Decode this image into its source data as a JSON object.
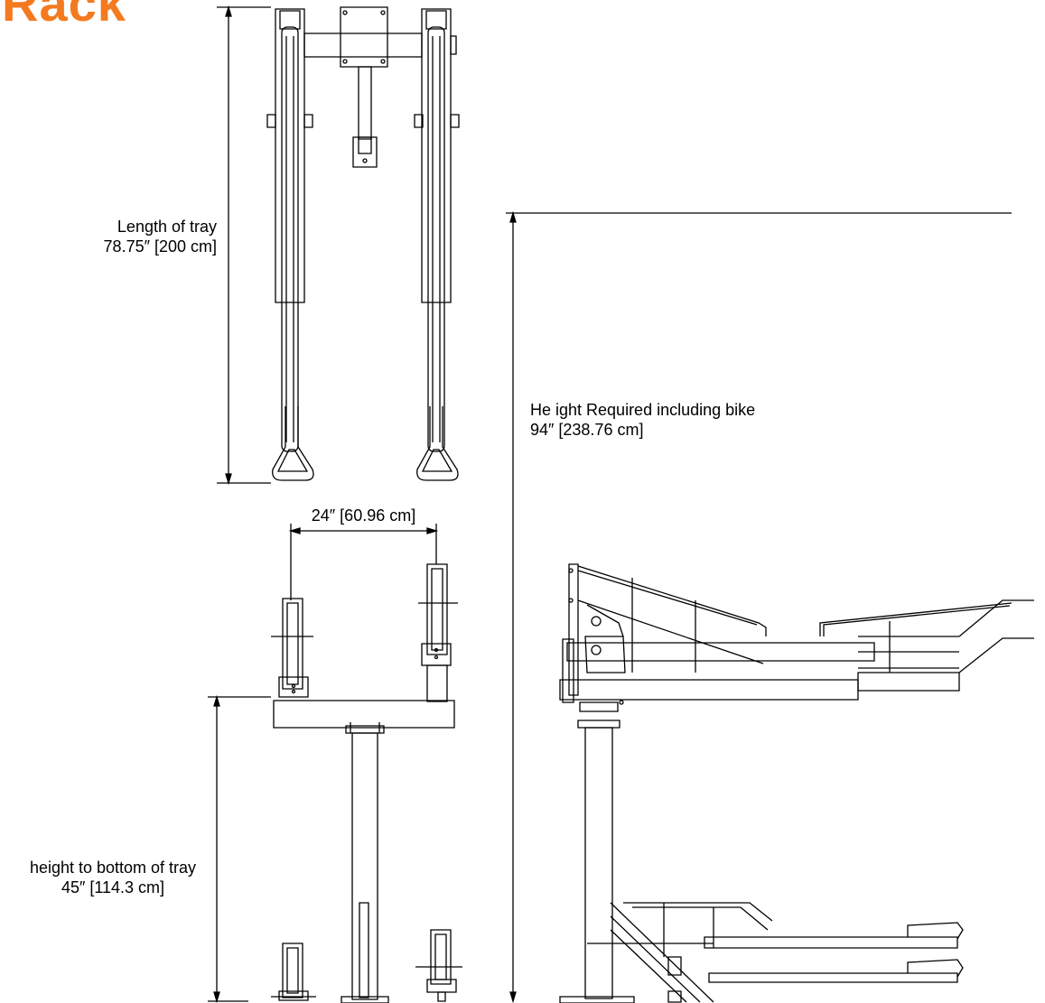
{
  "header": {
    "title": "Rack"
  },
  "dimensions": {
    "tray_length": {
      "label": "Length of tray",
      "value": "78.75″ [200 cm]"
    },
    "height_required": {
      "label": "He ight Required including bike",
      "value": "94″ [238.76 cm]"
    },
    "tray_spacing": {
      "value": "24″ [60.96 cm]"
    },
    "height_to_tray": {
      "label": "height to bottom of tray",
      "value": "45″ [114.3 cm]"
    }
  },
  "colors": {
    "accent": "#f47a20",
    "line": "#000000"
  }
}
